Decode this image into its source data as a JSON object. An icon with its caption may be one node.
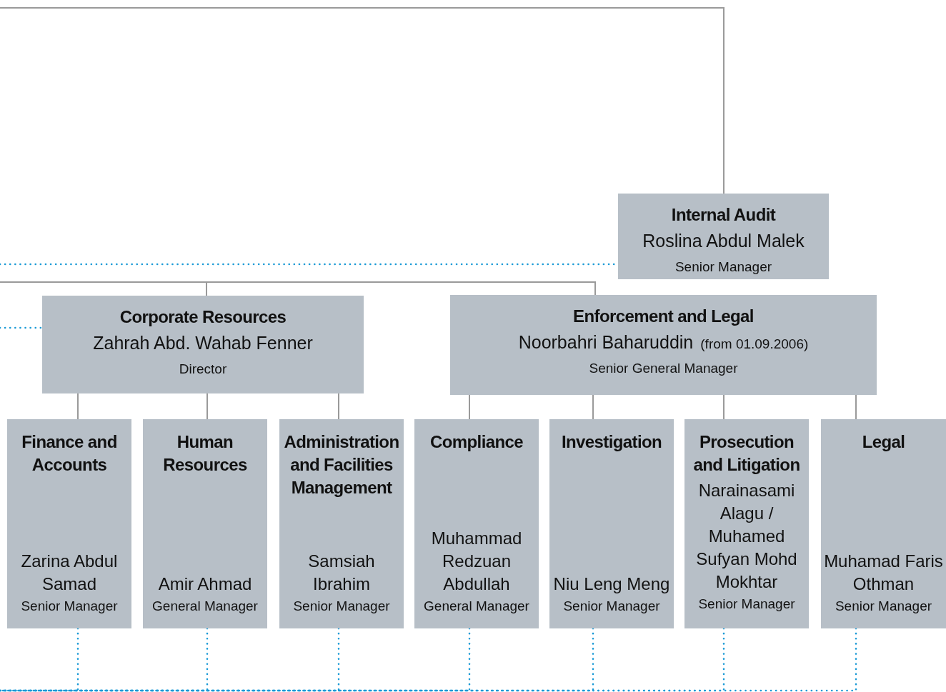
{
  "diagram": {
    "nodes": [
      {
        "text": [
          "Internal Audit",
          "Roslina Abdul Malek",
          "Senior Manager"
        ]
      },
      {
        "text": [
          "Corporate Resources",
          "Zahrah Abd. Wahab Fenner",
          "Director"
        ]
      },
      {
        "text": [
          "Enforcement and Legal",
          "Noorbahri Baharuddin",
          "(from 01.09.2006)",
          "Senior General Manager"
        ]
      },
      {
        "text": [
          "Finance and Accounts",
          "Zarina Abdul Samad",
          "Senior Manager"
        ]
      },
      {
        "text": [
          "Human Resources",
          "Amir Ahmad",
          "General Manager"
        ]
      },
      {
        "text": [
          "Administration and Facilities Management",
          "Samsiah Ibrahim",
          "Senior Manager"
        ]
      },
      {
        "text": [
          "Compliance",
          "Muhammad Redzuan Abdullah",
          "General Manager"
        ]
      },
      {
        "text": [
          "Investigation",
          "Niu Leng Meng",
          "Senior Manager"
        ]
      },
      {
        "text": [
          "Prosecution and Litigation",
          "Narainasami Alagu / Muhamed Sufyan Mohd Mokhtar",
          "Senior Manager"
        ]
      },
      {
        "text": [
          "Legal",
          "Muhamad Faris Othman",
          "Senior Manager"
        ]
      }
    ],
    "edges": [
      {
        "from": null,
        "to": 0,
        "arrow": "none"
      },
      {
        "from": null,
        "to": 0,
        "arrow": "none",
        "style": "dashed",
        "color": "#1a9ad6"
      },
      {
        "from": null,
        "to": 1,
        "arrow": "none"
      },
      {
        "from": null,
        "to": 2,
        "arrow": "none"
      },
      {
        "from": null,
        "to": 1,
        "arrow": "none",
        "style": "dashed",
        "color": "#1a9ad6"
      },
      {
        "from": 1,
        "to": 3,
        "arrow": "none"
      },
      {
        "from": 1,
        "to": 4,
        "arrow": "none"
      },
      {
        "from": 1,
        "to": 5,
        "arrow": "none"
      },
      {
        "from": 2,
        "to": 6,
        "arrow": "none"
      },
      {
        "from": 2,
        "to": 7,
        "arrow": "none"
      },
      {
        "from": 2,
        "to": 8,
        "arrow": "none"
      },
      {
        "from": 2,
        "to": 9,
        "arrow": "none"
      },
      {
        "from": 3,
        "to": null,
        "arrow": "none",
        "style": "dashed",
        "color": "#1a9ad6"
      },
      {
        "from": 4,
        "to": null,
        "arrow": "none",
        "style": "dashed",
        "color": "#1a9ad6"
      },
      {
        "from": 5,
        "to": null,
        "arrow": "none",
        "style": "dashed",
        "color": "#1a9ad6"
      },
      {
        "from": 6,
        "to": null,
        "arrow": "none",
        "style": "dashed",
        "color": "#1a9ad6"
      },
      {
        "from": 7,
        "to": null,
        "arrow": "none",
        "style": "dashed",
        "color": "#1a9ad6"
      },
      {
        "from": 8,
        "to": null,
        "arrow": "none",
        "style": "dashed",
        "color": "#1a9ad6"
      },
      {
        "from": 9,
        "to": null,
        "arrow": "none",
        "style": "dashed",
        "color": "#1a9ad6"
      }
    ]
  }
}
